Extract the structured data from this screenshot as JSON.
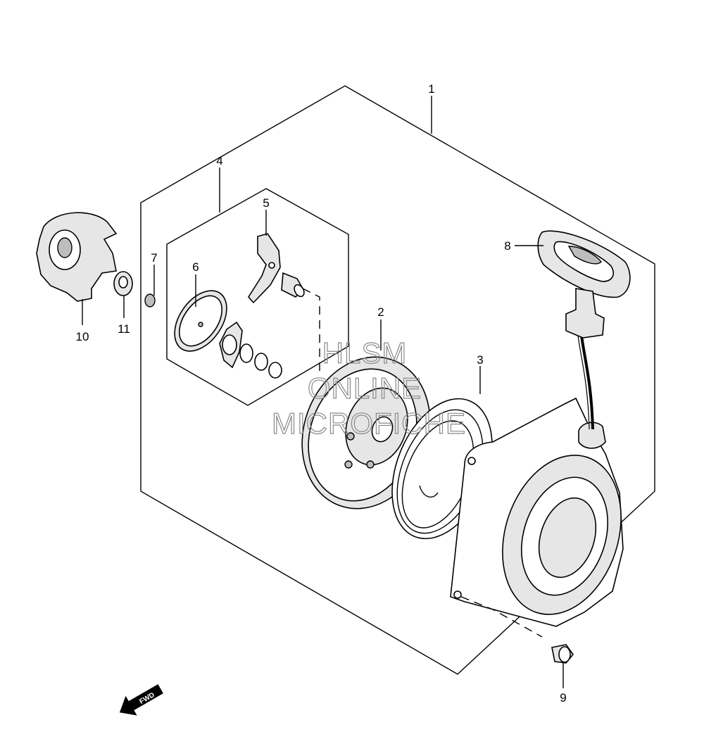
{
  "callouts": [
    {
      "id": "1",
      "label": "1"
    },
    {
      "id": "2",
      "label": "2"
    },
    {
      "id": "3",
      "label": "3"
    },
    {
      "id": "4",
      "label": "4"
    },
    {
      "id": "5",
      "label": "5"
    },
    {
      "id": "6",
      "label": "6"
    },
    {
      "id": "7",
      "label": "7"
    },
    {
      "id": "8",
      "label": "8"
    },
    {
      "id": "9",
      "label": "9"
    },
    {
      "id": "10",
      "label": "10"
    },
    {
      "id": "11",
      "label": "11"
    }
  ],
  "direction_arrow": {
    "label": "FWD"
  },
  "watermark": {
    "line1": "HLSM",
    "line2": "ONLINE",
    "line3": "MICROFICHE"
  },
  "colors": {
    "ink": "#000000",
    "watermark": "#8a8a8a",
    "background": "#ffffff"
  }
}
